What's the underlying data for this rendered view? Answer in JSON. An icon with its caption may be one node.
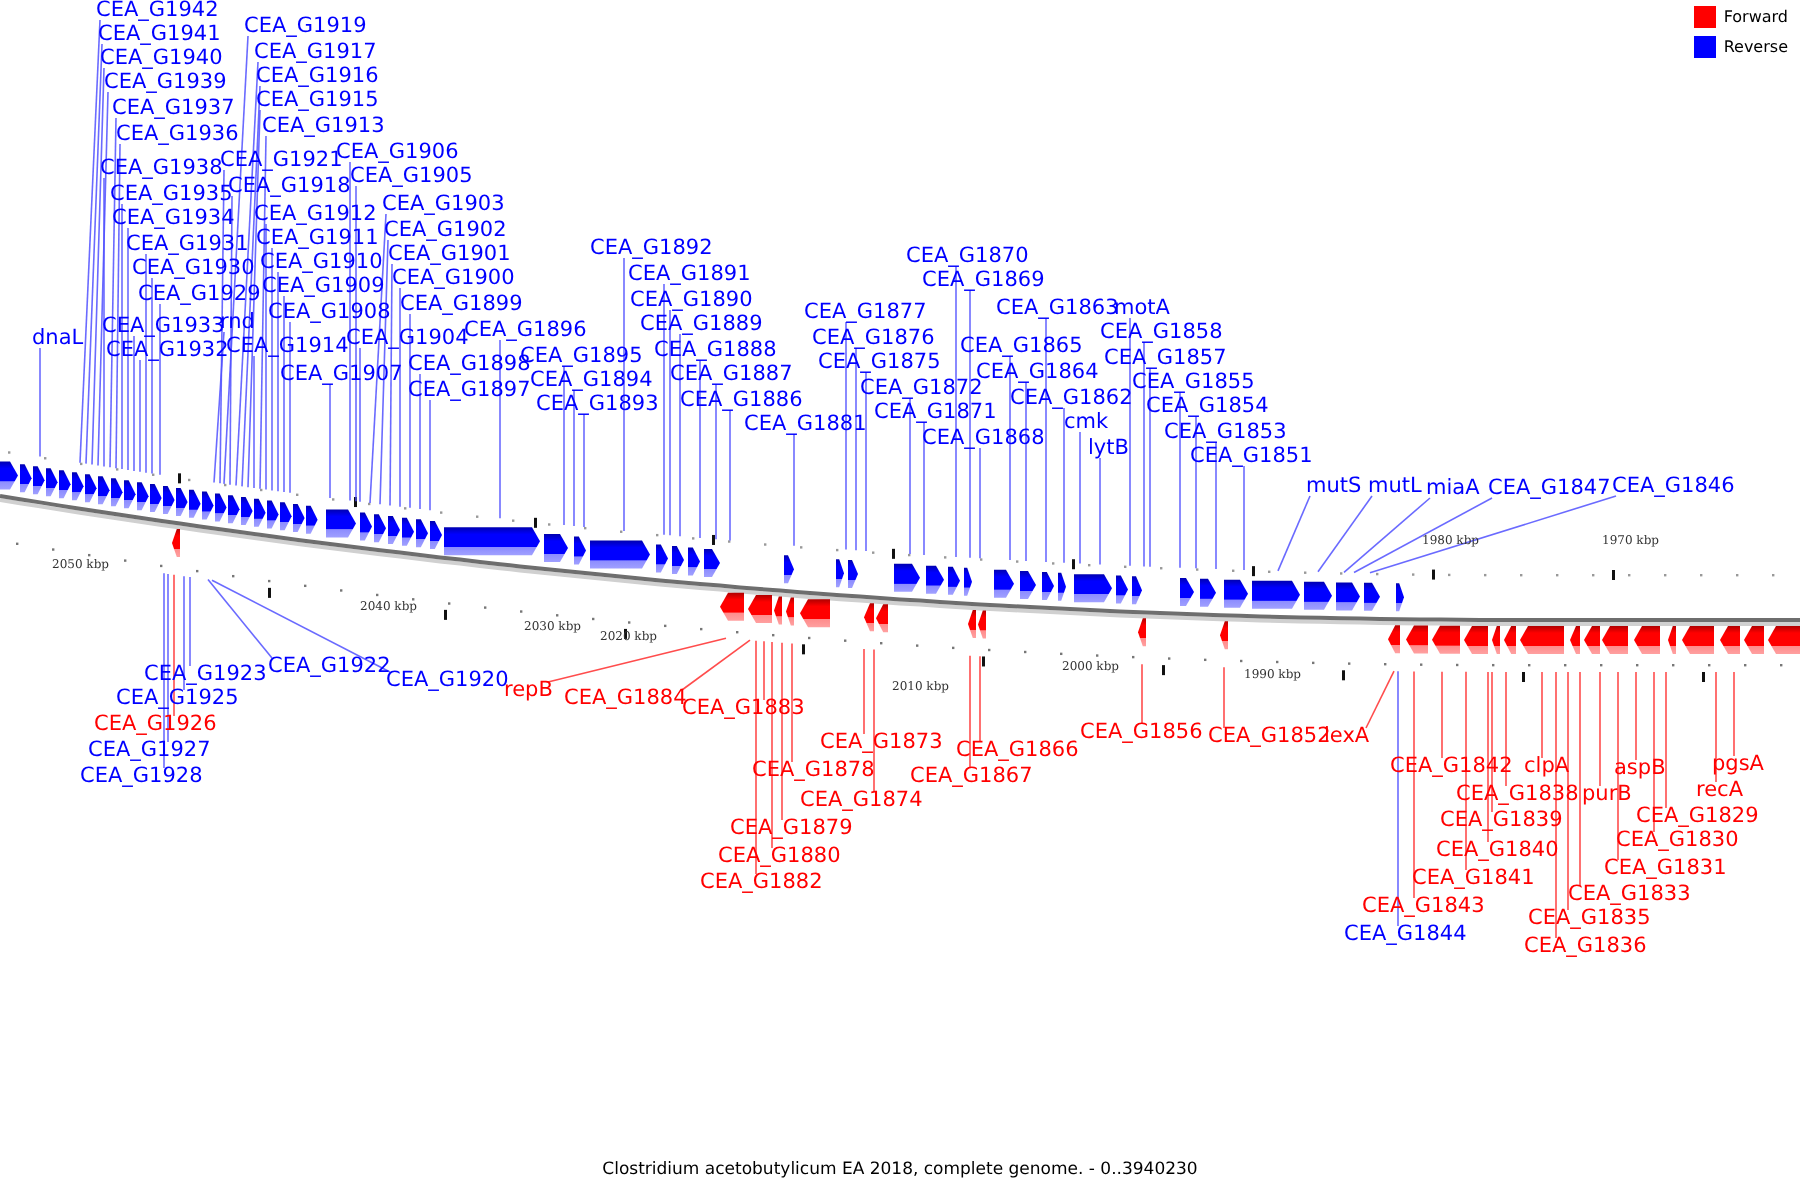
{
  "diagram": {
    "caption": "Clostridium acetobutylicum EA 2018, complete genome. - 0..3940230",
    "nodes": [
      {
        "text": [
          "dnaL"
        ]
      },
      {
        "text": [
          "CEA_G1942"
        ]
      },
      {
        "text": [
          "CEA_G1941"
        ]
      },
      {
        "text": [
          "CEA_G1940"
        ]
      },
      {
        "text": [
          "CEA_G1939"
        ]
      },
      {
        "text": [
          "CEA_G1937"
        ]
      },
      {
        "text": [
          "CEA_G1936"
        ]
      },
      {
        "text": [
          "CEA_G1938"
        ]
      },
      {
        "text": [
          "CEA_G1935"
        ]
      },
      {
        "text": [
          "CEA_G1934"
        ]
      },
      {
        "text": [
          "CEA_G1931"
        ]
      },
      {
        "text": [
          "CEA_G1930"
        ]
      },
      {
        "text": [
          "CEA_G1929"
        ]
      },
      {
        "text": [
          "CEA_G1933"
        ]
      },
      {
        "text": [
          "CEA_G1932"
        ]
      },
      {
        "text": [
          "CEA_G1919"
        ]
      },
      {
        "text": [
          "CEA_G1917"
        ]
      },
      {
        "text": [
          "CEA_G1916"
        ]
      },
      {
        "text": [
          "CEA_G1915"
        ]
      },
      {
        "text": [
          "CEA_G1913"
        ]
      },
      {
        "text": [
          "CEA_G1921"
        ]
      },
      {
        "text": [
          "CEA_G1918"
        ]
      },
      {
        "text": [
          "CEA_G1912"
        ]
      },
      {
        "text": [
          "CEA_G1911"
        ]
      },
      {
        "text": [
          "CEA_G1910"
        ]
      },
      {
        "text": [
          "CEA_G1909"
        ]
      },
      {
        "text": [
          "CEA_G1908"
        ]
      },
      {
        "text": [
          "rnd"
        ]
      },
      {
        "text": [
          "CEA_G1914"
        ]
      },
      {
        "text": [
          "CEA_G1907"
        ]
      },
      {
        "text": [
          "CEA_G1906"
        ]
      },
      {
        "text": [
          "CEA_G1905"
        ]
      },
      {
        "text": [
          "CEA_G1903"
        ]
      },
      {
        "text": [
          "CEA_G1902"
        ]
      },
      {
        "text": [
          "CEA_G1901"
        ]
      },
      {
        "text": [
          "CEA_G1900"
        ]
      },
      {
        "text": [
          "CEA_G1899"
        ]
      },
      {
        "text": [
          "CEA_G1904"
        ]
      },
      {
        "text": [
          "CEA_G1896"
        ]
      },
      {
        "text": [
          "CEA_G1898"
        ]
      },
      {
        "text": [
          "CEA_G1897"
        ]
      },
      {
        "text": [
          "CEA_G1895"
        ]
      },
      {
        "text": [
          "CEA_G1894"
        ]
      },
      {
        "text": [
          "CEA_G1893"
        ]
      },
      {
        "text": [
          "CEA_G1892"
        ]
      },
      {
        "text": [
          "CEA_G1891"
        ]
      },
      {
        "text": [
          "CEA_G1890"
        ]
      },
      {
        "text": [
          "CEA_G1889"
        ]
      },
      {
        "text": [
          "CEA_G1888"
        ]
      },
      {
        "text": [
          "CEA_G1887"
        ]
      },
      {
        "text": [
          "CEA_G1886"
        ]
      },
      {
        "text": [
          "CEA_G1881"
        ]
      },
      {
        "text": [
          "CEA_G1877"
        ]
      },
      {
        "text": [
          "CEA_G1876"
        ]
      },
      {
        "text": [
          "CEA_G1875"
        ]
      },
      {
        "text": [
          "CEA_G1872"
        ]
      },
      {
        "text": [
          "CEA_G1871"
        ]
      },
      {
        "text": [
          "CEA_G1870"
        ]
      },
      {
        "text": [
          "CEA_G1869"
        ]
      },
      {
        "text": [
          "CEA_G1868"
        ]
      },
      {
        "text": [
          "CEA_G1863"
        ]
      },
      {
        "text": [
          "motA"
        ]
      },
      {
        "text": [
          "CEA_G1865"
        ]
      },
      {
        "text": [
          "CEA_G1864"
        ]
      },
      {
        "text": [
          "CEA_G1862"
        ]
      },
      {
        "text": [
          "cmk"
        ]
      },
      {
        "text": [
          "lytB"
        ]
      },
      {
        "text": [
          "CEA_G1858"
        ]
      },
      {
        "text": [
          "CEA_G1857"
        ]
      },
      {
        "text": [
          "CEA_G1855"
        ]
      },
      {
        "text": [
          "CEA_G1854"
        ]
      },
      {
        "text": [
          "CEA_G1853"
        ]
      },
      {
        "text": [
          "CEA_G1851"
        ]
      },
      {
        "text": [
          "mutS"
        ]
      },
      {
        "text": [
          "mutL"
        ]
      },
      {
        "text": [
          "miaA"
        ]
      },
      {
        "text": [
          "CEA_G1847"
        ]
      },
      {
        "text": [
          "CEA_G1846"
        ]
      },
      {
        "text": [
          "CEA_G1923"
        ]
      },
      {
        "text": [
          "CEA_G1925"
        ]
      },
      {
        "text": [
          "CEA_G1926"
        ]
      },
      {
        "text": [
          "CEA_G1927"
        ]
      },
      {
        "text": [
          "CEA_G1928"
        ]
      },
      {
        "text": [
          "CEA_G1922"
        ]
      },
      {
        "text": [
          "CEA_G1920"
        ]
      },
      {
        "text": [
          "repB"
        ]
      },
      {
        "text": [
          "CEA_G1884"
        ]
      },
      {
        "text": [
          "CEA_G1883"
        ]
      },
      {
        "text": [
          "CEA_G1873"
        ]
      },
      {
        "text": [
          "CEA_G1878"
        ]
      },
      {
        "text": [
          "CEA_G1874"
        ]
      },
      {
        "text": [
          "CEA_G1879"
        ]
      },
      {
        "text": [
          "CEA_G1880"
        ]
      },
      {
        "text": [
          "CEA_G1882"
        ]
      },
      {
        "text": [
          "CEA_G1866"
        ]
      },
      {
        "text": [
          "CEA_G1867"
        ]
      },
      {
        "text": [
          "CEA_G1856"
        ]
      },
      {
        "text": [
          "CEA_G1852"
        ]
      },
      {
        "text": [
          "lexA"
        ]
      },
      {
        "text": [
          "CEA_G1842"
        ]
      },
      {
        "text": [
          "clpA"
        ]
      },
      {
        "text": [
          "CEA_G1838"
        ]
      },
      {
        "text": [
          "purB"
        ]
      },
      {
        "text": [
          "aspB"
        ]
      },
      {
        "text": [
          "pgsA"
        ]
      },
      {
        "text": [
          "recA"
        ]
      },
      {
        "text": [
          "CEA_G1839"
        ]
      },
      {
        "text": [
          "CEA_G1829"
        ]
      },
      {
        "text": [
          "CEA_G1840"
        ]
      },
      {
        "text": [
          "CEA_G1830"
        ]
      },
      {
        "text": [
          "CEA_G1841"
        ]
      },
      {
        "text": [
          "CEA_G1831"
        ]
      },
      {
        "text": [
          "CEA_G1833"
        ]
      },
      {
        "text": [
          "CEA_G1843"
        ]
      },
      {
        "text": [
          "CEA_G1835"
        ]
      },
      {
        "text": [
          "CEA_G1844"
        ]
      },
      {
        "text": [
          "CEA_G1836"
        ]
      }
    ],
    "edges": [
      {
        "from": 0,
        "to": null,
        "arrow": "none"
      },
      {
        "from": 1,
        "to": null,
        "arrow": "none"
      },
      {
        "from": 2,
        "to": null,
        "arrow": "none"
      },
      {
        "from": 3,
        "to": null,
        "arrow": "none"
      },
      {
        "from": 4,
        "to": null,
        "arrow": "none"
      },
      {
        "from": 5,
        "to": null,
        "arrow": "none"
      },
      {
        "from": 6,
        "to": null,
        "arrow": "none"
      },
      {
        "from": 7,
        "to": null,
        "arrow": "none"
      },
      {
        "from": 8,
        "to": null,
        "arrow": "none"
      },
      {
        "from": 9,
        "to": null,
        "arrow": "none"
      },
      {
        "from": 10,
        "to": null,
        "arrow": "none"
      },
      {
        "from": 11,
        "to": null,
        "arrow": "none"
      },
      {
        "from": 12,
        "to": null,
        "arrow": "none"
      },
      {
        "from": 13,
        "to": null,
        "arrow": "none"
      },
      {
        "from": 14,
        "to": null,
        "arrow": "none"
      },
      {
        "from": 15,
        "to": null,
        "arrow": "none"
      },
      {
        "from": 16,
        "to": null,
        "arrow": "none"
      },
      {
        "from": 17,
        "to": null,
        "arrow": "none"
      },
      {
        "from": 18,
        "to": null,
        "arrow": "none"
      },
      {
        "from": 19,
        "to": null,
        "arrow": "none"
      },
      {
        "from": 20,
        "to": null,
        "arrow": "none"
      },
      {
        "from": 21,
        "to": null,
        "arrow": "none"
      },
      {
        "from": 22,
        "to": null,
        "arrow": "none"
      },
      {
        "from": 23,
        "to": null,
        "arrow": "none"
      },
      {
        "from": 24,
        "to": null,
        "arrow": "none"
      },
      {
        "from": 25,
        "to": null,
        "arrow": "none"
      },
      {
        "from": 26,
        "to": null,
        "arrow": "none"
      },
      {
        "from": 27,
        "to": null,
        "arrow": "none"
      },
      {
        "from": 28,
        "to": null,
        "arrow": "none"
      },
      {
        "from": 29,
        "to": null,
        "arrow": "none"
      },
      {
        "from": 30,
        "to": null,
        "arrow": "none"
      },
      {
        "from": 31,
        "to": null,
        "arrow": "none"
      },
      {
        "from": 32,
        "to": null,
        "arrow": "none"
      },
      {
        "from": 33,
        "to": null,
        "arrow": "none"
      },
      {
        "from": 34,
        "to": null,
        "arrow": "none"
      },
      {
        "from": 35,
        "to": null,
        "arrow": "none"
      },
      {
        "from": 36,
        "to": null,
        "arrow": "none"
      },
      {
        "from": 37,
        "to": null,
        "arrow": "none"
      },
      {
        "from": 38,
        "to": null,
        "arrow": "none"
      },
      {
        "from": 39,
        "to": null,
        "arrow": "none"
      },
      {
        "from": 40,
        "to": null,
        "arrow": "none"
      },
      {
        "from": 41,
        "to": null,
        "arrow": "none"
      },
      {
        "from": 42,
        "to": null,
        "arrow": "none"
      },
      {
        "from": 43,
        "to": null,
        "arrow": "none"
      },
      {
        "from": 44,
        "to": null,
        "arrow": "none"
      },
      {
        "from": 45,
        "to": null,
        "arrow": "none"
      },
      {
        "from": 46,
        "to": null,
        "arrow": "none"
      },
      {
        "from": 47,
        "to": null,
        "arrow": "none"
      },
      {
        "from": 48,
        "to": null,
        "arrow": "none"
      },
      {
        "from": 49,
        "to": null,
        "arrow": "none"
      },
      {
        "from": 50,
        "to": null,
        "arrow": "none"
      },
      {
        "from": 51,
        "to": null,
        "arrow": "none"
      },
      {
        "from": 52,
        "to": null,
        "arrow": "none"
      },
      {
        "from": 53,
        "to": null,
        "arrow": "none"
      },
      {
        "from": 54,
        "to": null,
        "arrow": "none"
      },
      {
        "from": 55,
        "to": null,
        "arrow": "none"
      },
      {
        "from": 56,
        "to": null,
        "arrow": "none"
      },
      {
        "from": 57,
        "to": null,
        "arrow": "none"
      },
      {
        "from": 58,
        "to": null,
        "arrow": "none"
      },
      {
        "from": 59,
        "to": null,
        "arrow": "none"
      },
      {
        "from": 60,
        "to": null,
        "arrow": "none"
      },
      {
        "from": 61,
        "to": null,
        "arrow": "none"
      },
      {
        "from": 62,
        "to": null,
        "arrow": "none"
      },
      {
        "from": 63,
        "to": null,
        "arrow": "none"
      },
      {
        "from": 64,
        "to": null,
        "arrow": "none"
      },
      {
        "from": 65,
        "to": null,
        "arrow": "none"
      },
      {
        "from": 66,
        "to": null,
        "arrow": "none"
      },
      {
        "from": 67,
        "to": null,
        "arrow": "none"
      },
      {
        "from": 68,
        "to": null,
        "arrow": "none"
      },
      {
        "from": 69,
        "to": null,
        "arrow": "none"
      },
      {
        "from": 70,
        "to": null,
        "arrow": "none"
      },
      {
        "from": 71,
        "to": null,
        "arrow": "none"
      },
      {
        "from": 72,
        "to": null,
        "arrow": "none"
      },
      {
        "from": 73,
        "to": null,
        "arrow": "none"
      },
      {
        "from": 74,
        "to": null,
        "arrow": "none"
      },
      {
        "from": 75,
        "to": null,
        "arrow": "none"
      },
      {
        "from": 76,
        "to": null,
        "arrow": "none"
      },
      {
        "from": 77,
        "to": null,
        "arrow": "none"
      },
      {
        "from": 78,
        "to": null,
        "arrow": "none"
      },
      {
        "from": 79,
        "to": null,
        "arrow": "none"
      },
      {
        "from": 80,
        "to": null,
        "arrow": "none",
        "color": "#ff0000"
      },
      {
        "from": 81,
        "to": null,
        "arrow": "none"
      },
      {
        "from": 82,
        "to": null,
        "arrow": "none"
      },
      {
        "from": 83,
        "to": null,
        "arrow": "none"
      },
      {
        "from": 84,
        "to": null,
        "arrow": "none"
      },
      {
        "from": 85,
        "to": null,
        "arrow": "none",
        "color": "#ff0000"
      },
      {
        "from": 86,
        "to": null,
        "arrow": "none",
        "color": "#ff0000"
      },
      {
        "from": 87,
        "to": null,
        "arrow": "none",
        "color": "#ff0000"
      },
      {
        "from": 88,
        "to": null,
        "arrow": "none",
        "color": "#ff0000"
      },
      {
        "from": 89,
        "to": null,
        "arrow": "none",
        "color": "#ff0000"
      },
      {
        "from": 90,
        "to": null,
        "arrow": "none",
        "color": "#ff0000"
      },
      {
        "from": 91,
        "to": null,
        "arrow": "none",
        "color": "#ff0000"
      },
      {
        "from": 92,
        "to": null,
        "arrow": "none",
        "color": "#ff0000"
      },
      {
        "from": 93,
        "to": null,
        "arrow": "none",
        "color": "#ff0000"
      },
      {
        "from": 94,
        "to": null,
        "arrow": "none",
        "color": "#ff0000"
      },
      {
        "from": 95,
        "to": null,
        "arrow": "none",
        "color": "#ff0000"
      },
      {
        "from": 96,
        "to": null,
        "arrow": "none",
        "color": "#ff0000"
      },
      {
        "from": 97,
        "to": null,
        "arrow": "none",
        "color": "#ff0000"
      },
      {
        "from": 98,
        "to": null,
        "arrow": "none",
        "color": "#ff0000"
      },
      {
        "from": 99,
        "to": null,
        "arrow": "none",
        "color": "#ff0000"
      },
      {
        "from": 100,
        "to": null,
        "arrow": "none",
        "color": "#ff0000"
      },
      {
        "from": 101,
        "to": null,
        "arrow": "none",
        "color": "#ff0000"
      },
      {
        "from": 102,
        "to": null,
        "arrow": "none",
        "color": "#ff0000"
      },
      {
        "from": 103,
        "to": null,
        "arrow": "none",
        "color": "#ff0000"
      },
      {
        "from": 104,
        "to": null,
        "arrow": "none",
        "color": "#ff0000"
      },
      {
        "from": 105,
        "to": null,
        "arrow": "none",
        "color": "#ff0000"
      },
      {
        "from": 106,
        "to": null,
        "arrow": "none",
        "color": "#ff0000"
      },
      {
        "from": 107,
        "to": null,
        "arrow": "none",
        "color": "#ff0000"
      },
      {
        "from": 108,
        "to": null,
        "arrow": "none",
        "color": "#ff0000"
      },
      {
        "from": 109,
        "to": null,
        "arrow": "none",
        "color": "#ff0000"
      },
      {
        "from": 110,
        "to": null,
        "arrow": "none",
        "color": "#ff0000"
      },
      {
        "from": 111,
        "to": null,
        "arrow": "none",
        "color": "#ff0000"
      },
      {
        "from": 112,
        "to": null,
        "arrow": "none",
        "color": "#ff0000"
      },
      {
        "from": 113,
        "to": null,
        "arrow": "none",
        "color": "#ff0000"
      },
      {
        "from": 114,
        "to": null,
        "arrow": "none",
        "color": "#ff0000"
      },
      {
        "from": 115,
        "to": null,
        "arrow": "none"
      },
      {
        "from": 116,
        "to": null,
        "arrow": "none",
        "color": "#ff0000"
      }
    ],
    "labels": [
      "2050 kbp",
      "2040 kbp",
      "2030 kbp",
      "2020 kbp",
      "2010 kbp",
      "2000 kbp",
      "1990 kbp",
      "1980 kbp",
      "1970 kbp"
    ],
    "legend": [
      {
        "text": "Forward",
        "color": "#ff0000"
      },
      {
        "text": "Reverse",
        "color": "#0000ff"
      }
    ]
  }
}
